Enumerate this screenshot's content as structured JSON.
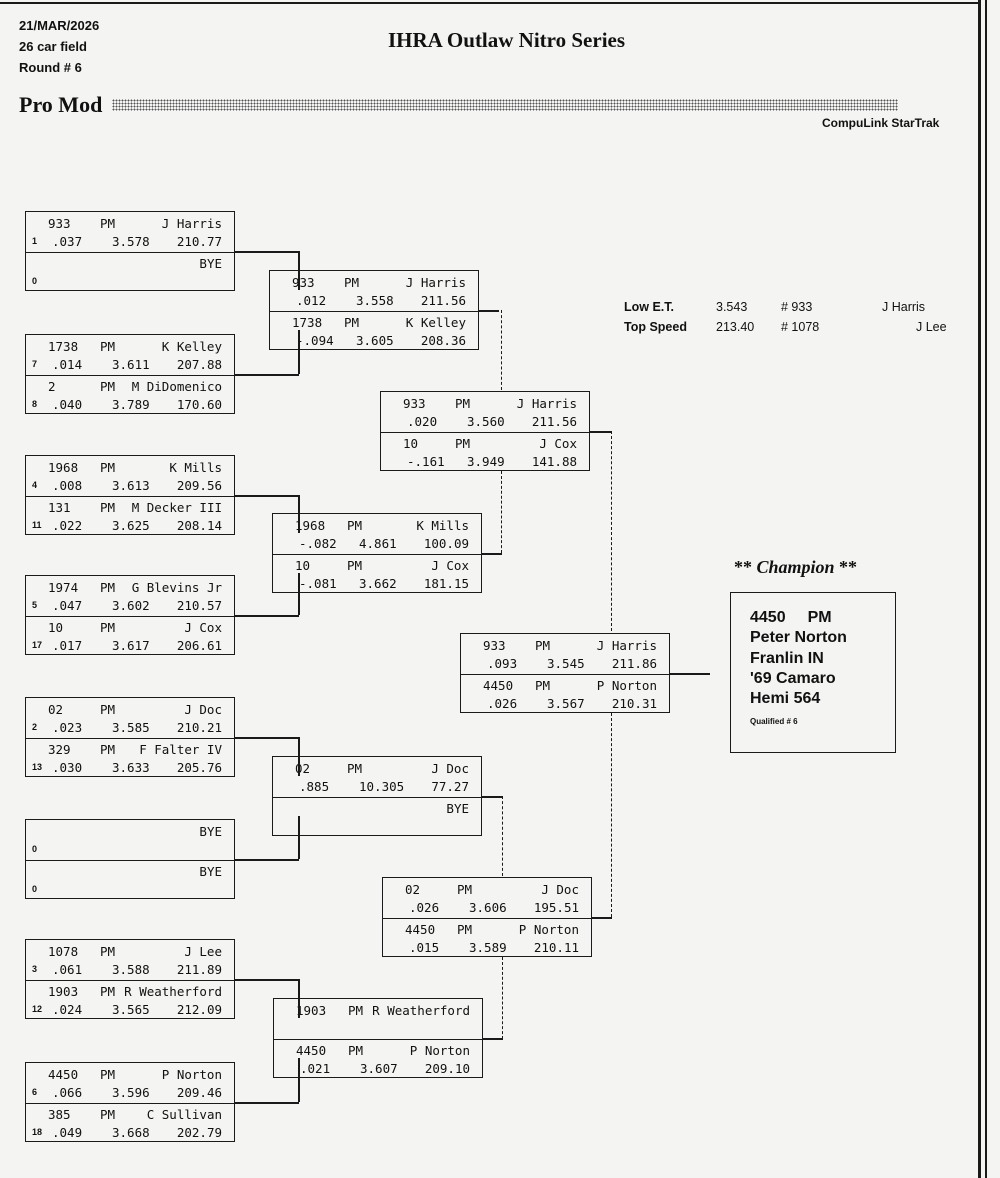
{
  "header": {
    "date": "21/MAR/2026",
    "field": "26 car field",
    "round": "Round # 6",
    "title": "IHRA Outlaw Nitro Series",
    "class": "Pro Mod",
    "brand": "CompuLink StarTrak"
  },
  "stats": {
    "low_et_label": "Low  E.T.",
    "low_et_value": "3.543",
    "low_et_car": "# 933",
    "low_et_driver": "J Harris",
    "top_speed_label": "Top Speed",
    "top_speed_value": "213.40",
    "top_speed_car": "# 1078",
    "top_speed_driver": "J Lee"
  },
  "round1": [
    {
      "top": {
        "car": "933",
        "cls": "PM",
        "driver": "J Harris",
        "seed": "1",
        "rt": ".037",
        "et": "3.578",
        "mph": "210.77"
      },
      "bot": {
        "car": "",
        "cls": "",
        "driver": "BYE",
        "seed": "0",
        "rt": "",
        "et": "",
        "mph": ""
      }
    },
    {
      "top": {
        "car": "1738",
        "cls": "PM",
        "driver": "K Kelley",
        "seed": "7",
        "rt": ".014",
        "et": "3.611",
        "mph": "207.88"
      },
      "bot": {
        "car": "2",
        "cls": "PM",
        "driver": "M DiDomenico",
        "seed": "8",
        "rt": ".040",
        "et": "3.789",
        "mph": "170.60"
      }
    },
    {
      "top": {
        "car": "1968",
        "cls": "PM",
        "driver": "K Mills",
        "seed": "4",
        "rt": ".008",
        "et": "3.613",
        "mph": "209.56"
      },
      "bot": {
        "car": "131",
        "cls": "PM",
        "driver": "M Decker III",
        "seed": "11",
        "rt": ".022",
        "et": "3.625",
        "mph": "208.14"
      }
    },
    {
      "top": {
        "car": "1974",
        "cls": "PM",
        "driver": "G Blevins Jr",
        "seed": "5",
        "rt": ".047",
        "et": "3.602",
        "mph": "210.57"
      },
      "bot": {
        "car": "10",
        "cls": "PM",
        "driver": "J Cox",
        "seed": "17",
        "rt": ".017",
        "et": "3.617",
        "mph": "206.61"
      }
    },
    {
      "top": {
        "car": "02",
        "cls": "PM",
        "driver": "J Doc",
        "seed": "2",
        "rt": ".023",
        "et": "3.585",
        "mph": "210.21"
      },
      "bot": {
        "car": "329",
        "cls": "PM",
        "driver": "F Falter IV",
        "seed": "13",
        "rt": ".030",
        "et": "3.633",
        "mph": "205.76"
      }
    },
    {
      "top": {
        "car": "",
        "cls": "",
        "driver": "BYE",
        "seed": "0",
        "rt": "",
        "et": "",
        "mph": ""
      },
      "bot": {
        "car": "",
        "cls": "",
        "driver": "BYE",
        "seed": "0",
        "rt": "",
        "et": "",
        "mph": ""
      }
    },
    {
      "top": {
        "car": "1078",
        "cls": "PM",
        "driver": "J Lee",
        "seed": "3",
        "rt": ".061",
        "et": "3.588",
        "mph": "211.89"
      },
      "bot": {
        "car": "1903",
        "cls": "PM",
        "driver": "R Weatherford",
        "seed": "12",
        "rt": ".024",
        "et": "3.565",
        "mph": "212.09"
      }
    },
    {
      "top": {
        "car": "4450",
        "cls": "PM",
        "driver": "P Norton",
        "seed": "6",
        "rt": ".066",
        "et": "3.596",
        "mph": "209.46"
      },
      "bot": {
        "car": "385",
        "cls": "PM",
        "driver": "C Sullivan",
        "seed": "18",
        "rt": ".049",
        "et": "3.668",
        "mph": "202.79"
      }
    }
  ],
  "round2": [
    {
      "top": {
        "car": "933",
        "cls": "PM",
        "driver": "J Harris",
        "rt": ".012",
        "et": "3.558",
        "mph": "211.56"
      },
      "bot": {
        "car": "1738",
        "cls": "PM",
        "driver": "K Kelley",
        "rt": "-.094",
        "et": "3.605",
        "mph": "208.36"
      }
    },
    {
      "top": {
        "car": "1968",
        "cls": "PM",
        "driver": "K Mills",
        "rt": "-.082",
        "et": "4.861",
        "mph": "100.09"
      },
      "bot": {
        "car": "10",
        "cls": "PM",
        "driver": "J Cox",
        "rt": "-.081",
        "et": "3.662",
        "mph": "181.15"
      }
    },
    {
      "top": {
        "car": "02",
        "cls": "PM",
        "driver": "J Doc",
        "rt": ".885",
        "et": "10.305",
        "mph": "77.27"
      },
      "bot": {
        "car": "",
        "cls": "",
        "driver": "BYE",
        "rt": "",
        "et": "",
        "mph": ""
      }
    },
    {
      "top": {
        "car": "1903",
        "cls": "PM",
        "driver": "R Weatherford",
        "rt": "",
        "et": "",
        "mph": ""
      },
      "bot": {
        "car": "4450",
        "cls": "PM",
        "driver": "P Norton",
        "rt": ".021",
        "et": "3.607",
        "mph": "209.10"
      }
    }
  ],
  "round3": [
    {
      "top": {
        "car": "933",
        "cls": "PM",
        "driver": "J Harris",
        "rt": ".020",
        "et": "3.560",
        "mph": "211.56"
      },
      "bot": {
        "car": "10",
        "cls": "PM",
        "driver": "J Cox",
        "rt": "-.161",
        "et": "3.949",
        "mph": "141.88"
      }
    },
    {
      "top": {
        "car": "02",
        "cls": "PM",
        "driver": "J Doc",
        "rt": ".026",
        "et": "3.606",
        "mph": "195.51"
      },
      "bot": {
        "car": "4450",
        "cls": "PM",
        "driver": "P Norton",
        "rt": ".015",
        "et": "3.589",
        "mph": "210.11"
      }
    }
  ],
  "final": [
    {
      "top": {
        "car": "933",
        "cls": "PM",
        "driver": "J Harris",
        "rt": ".093",
        "et": "3.545",
        "mph": "211.86"
      },
      "bot": {
        "car": "4450",
        "cls": "PM",
        "driver": "P Norton",
        "rt": ".026",
        "et": "3.567",
        "mph": "210.31"
      }
    }
  ],
  "champion": {
    "heading_pre": "** ",
    "heading": "Champion",
    "heading_post": " **",
    "line1_car": "4450",
    "line1_cls": "PM",
    "name": "Peter Norton",
    "hometown": "Franlin IN",
    "car": "'69 Camaro",
    "engine": "Hemi  564",
    "qualified": "Qualified # 6"
  }
}
